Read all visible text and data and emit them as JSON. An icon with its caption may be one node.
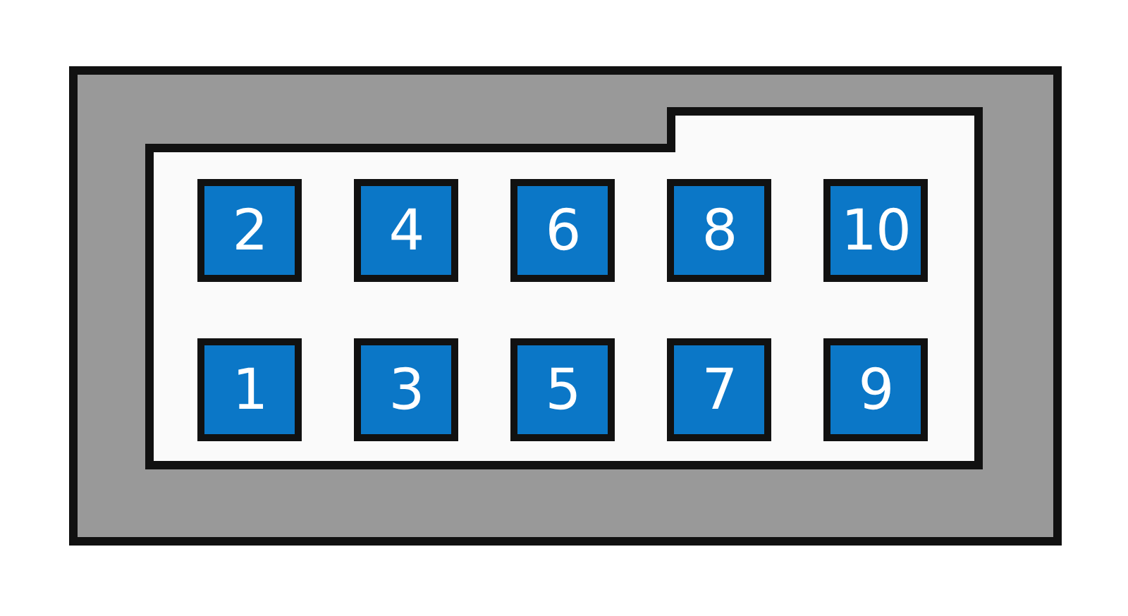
{
  "diagram": {
    "nodes": [
      {
        "text": [
          "2"
        ]
      },
      {
        "text": [
          "4"
        ]
      },
      {
        "text": [
          "6"
        ]
      },
      {
        "text": [
          "8"
        ]
      },
      {
        "text": [
          "10"
        ]
      },
      {
        "text": [
          "1"
        ]
      },
      {
        "text": [
          "3"
        ]
      },
      {
        "text": [
          "5"
        ]
      },
      {
        "text": [
          "7"
        ]
      },
      {
        "text": [
          "9"
        ]
      }
    ]
  }
}
